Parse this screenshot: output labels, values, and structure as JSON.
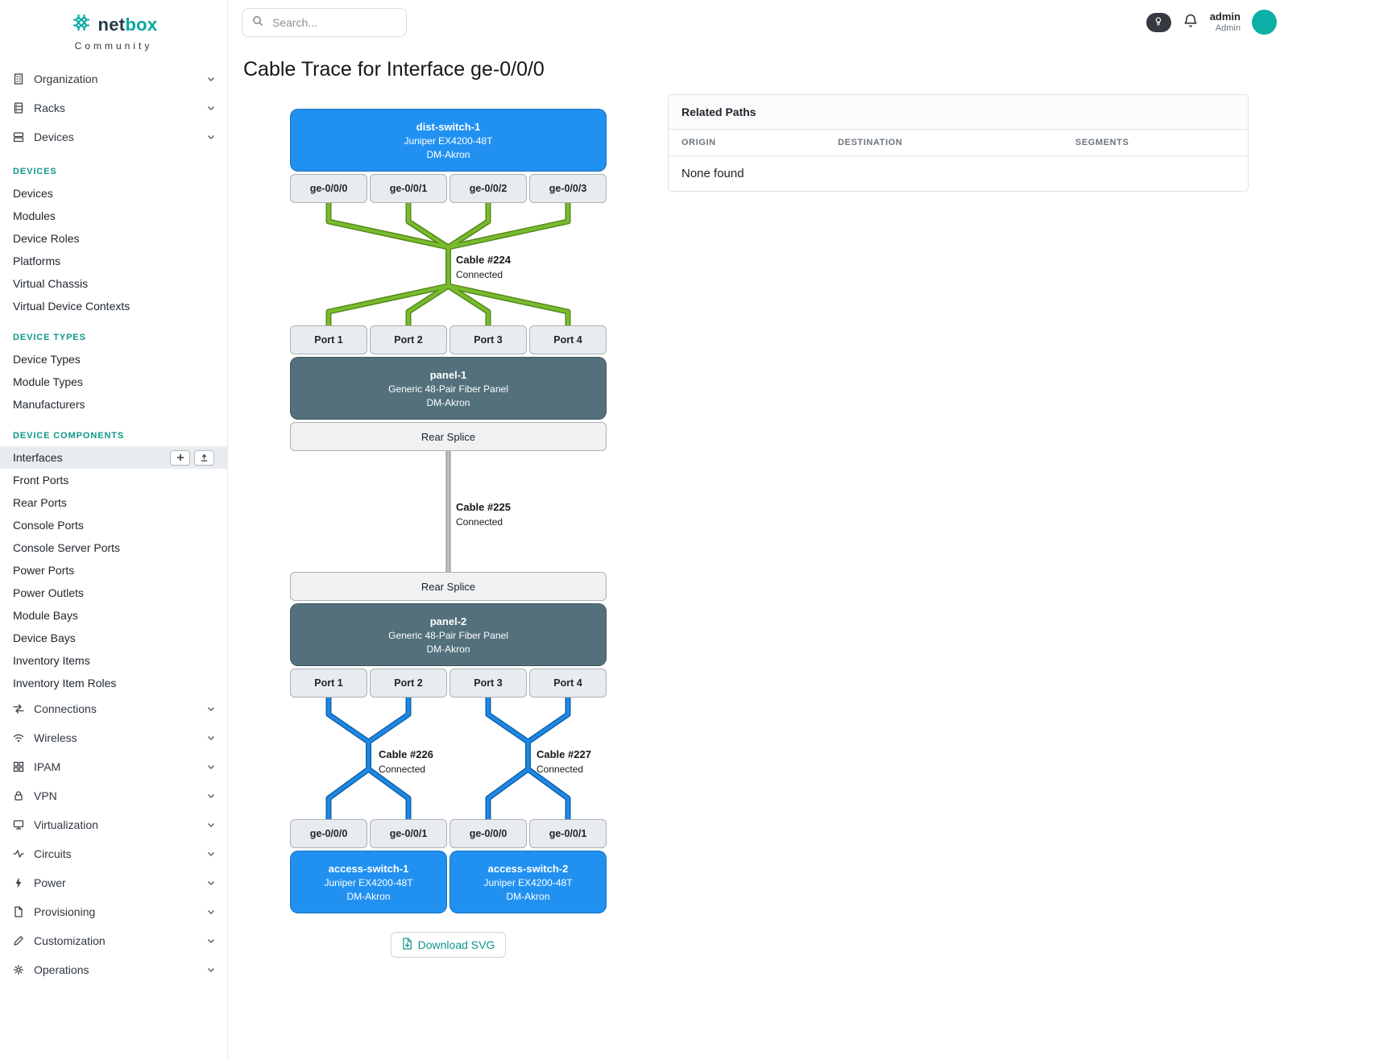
{
  "brand": {
    "logo_net": "net",
    "logo_box": "box",
    "tagline": "Community"
  },
  "header": {
    "search_placeholder": "Search...",
    "username": "admin",
    "role": "Admin"
  },
  "sidebar": {
    "groups_top": [
      {
        "label": "Organization",
        "icon": "building-icon"
      },
      {
        "label": "Racks",
        "icon": "rack-icon"
      },
      {
        "label": "Devices",
        "icon": "devices-icon"
      }
    ],
    "sections": [
      {
        "title": "DEVICES",
        "items": [
          "Devices",
          "Modules",
          "Device Roles",
          "Platforms",
          "Virtual Chassis",
          "Virtual Device Contexts"
        ]
      },
      {
        "title": "DEVICE TYPES",
        "items": [
          "Device Types",
          "Module Types",
          "Manufacturers"
        ]
      },
      {
        "title": "DEVICE COMPONENTS",
        "items": [
          "Interfaces",
          "Front Ports",
          "Rear Ports",
          "Console Ports",
          "Console Server Ports",
          "Power Ports",
          "Power Outlets",
          "Module Bays",
          "Device Bays",
          "Inventory Items",
          "Inventory Item Roles"
        ],
        "active_item": "Interfaces"
      }
    ],
    "groups_bottom": [
      {
        "label": "Connections",
        "icon": "connections-icon"
      },
      {
        "label": "Wireless",
        "icon": "wireless-icon"
      },
      {
        "label": "IPAM",
        "icon": "ipam-icon"
      },
      {
        "label": "VPN",
        "icon": "vpn-icon"
      },
      {
        "label": "Virtualization",
        "icon": "virtualization-icon"
      },
      {
        "label": "Circuits",
        "icon": "circuits-icon"
      },
      {
        "label": "Power",
        "icon": "power-icon"
      },
      {
        "label": "Provisioning",
        "icon": "provisioning-icon"
      },
      {
        "label": "Customization",
        "icon": "customization-icon"
      },
      {
        "label": "Operations",
        "icon": "operations-icon"
      }
    ]
  },
  "page": {
    "title": "Cable Trace for Interface ge-0/0/0",
    "download_button": "Download SVG"
  },
  "trace": {
    "top_device": {
      "name": "dist-switch-1",
      "model": "Juniper EX4200-48T",
      "site": "DM-Akron",
      "ports": [
        "ge-0/0/0",
        "ge-0/0/1",
        "ge-0/0/2",
        "ge-0/0/3"
      ]
    },
    "cable_224": {
      "label": "Cable #224",
      "status": "Connected"
    },
    "panel1": {
      "name": "panel-1",
      "model": "Generic 48-Pair Fiber Panel",
      "site": "DM-Akron",
      "front_ports": [
        "Port 1",
        "Port 2",
        "Port 3",
        "Port 4"
      ],
      "rear": "Rear Splice"
    },
    "cable_225": {
      "label": "Cable #225",
      "status": "Connected"
    },
    "panel2": {
      "name": "panel-2",
      "model": "Generic 48-Pair Fiber Panel",
      "site": "DM-Akron",
      "rear": "Rear Splice",
      "front_ports": [
        "Port 1",
        "Port 2",
        "Port 3",
        "Port 4"
      ]
    },
    "cable_226": {
      "label": "Cable #226",
      "status": "Connected"
    },
    "cable_227": {
      "label": "Cable #227",
      "status": "Connected"
    },
    "bottom_ports": [
      "ge-0/0/0",
      "ge-0/0/1",
      "ge-0/0/0",
      "ge-0/0/1"
    ],
    "access_switch_1": {
      "name": "access-switch-1",
      "model": "Juniper EX4200-48T",
      "site": "DM-Akron"
    },
    "access_switch_2": {
      "name": "access-switch-2",
      "model": "Juniper EX4200-48T",
      "site": "DM-Akron"
    }
  },
  "related_paths": {
    "title": "Related Paths",
    "columns": [
      "ORIGIN",
      "DESTINATION",
      "SEGMENTS"
    ],
    "empty_text": "None found"
  },
  "colors": {
    "accent_teal": "#0e968a",
    "logo_teal": "#00a79e",
    "logo_dark": "#233c46",
    "avatar_teal": "#0ab0a6",
    "device_blue": "#2191f1",
    "panel_slate": "#53707c",
    "cable_green": "#79bb2d",
    "cable_green_edge": "#55891c",
    "cable_blue": "#1e88e5",
    "cable_blue_edge": "#1262ab",
    "cable_gray": "#bcc0c4",
    "cable_gray_edge": "#8d9297"
  }
}
